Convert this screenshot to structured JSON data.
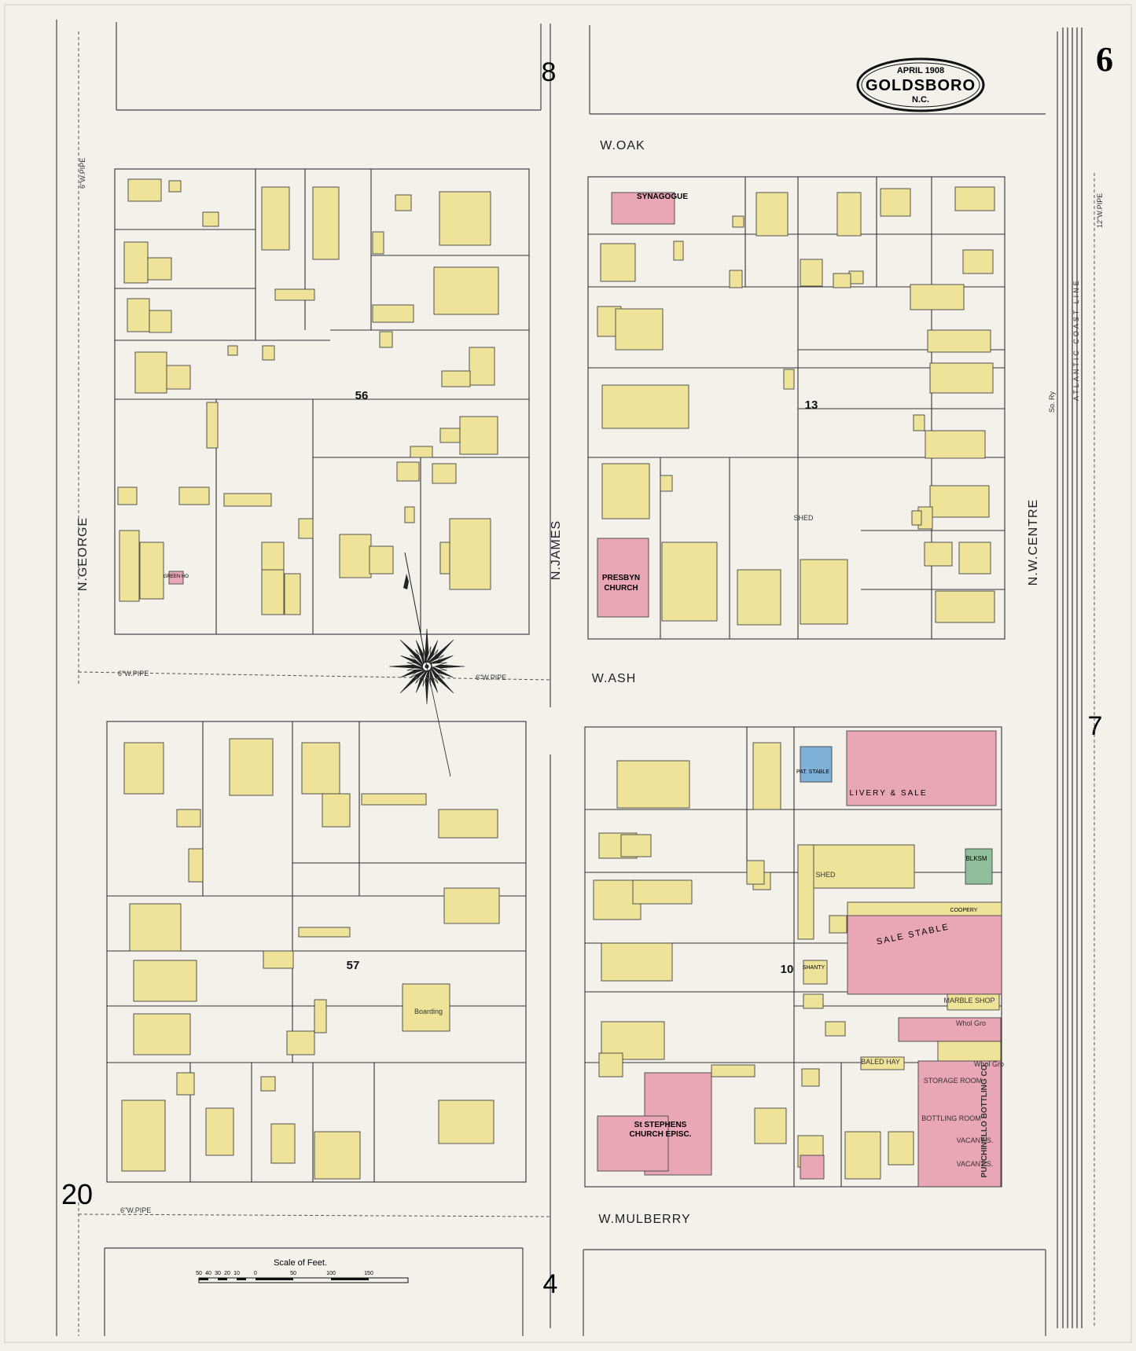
{
  "title": {
    "date": "APRIL 1908",
    "city": "GOLDSBORO",
    "state": "N.C."
  },
  "sheet_number": "6",
  "adjacent_sheets": {
    "top": "8",
    "bottom": "4",
    "left": "20",
    "right": "7"
  },
  "streets": {
    "w_oak": "W.OAK",
    "w_ash": "W.ASH",
    "w_mulberry": "W.MULBERRY",
    "n_george": "N.GEORGE",
    "n_james": "N.JAMES",
    "n_w_centre": "N.W.CENTRE"
  },
  "blocks": [
    "56",
    "13",
    "57",
    "10"
  ],
  "buildings": {
    "synagogue": "SYNAGOGUE",
    "presbyn_church": "PRESBYN",
    "presbyn_church_2": "CHURCH",
    "st_stephens": "St STEPHENS",
    "st_stephens_2": "CHURCH EPISC.",
    "livery": "LIVERY & SALE",
    "sale_stable": "SALE STABLE",
    "shed": "SHED",
    "shed_2": "SHED",
    "boarding": "Boarding",
    "marble_shop": "MARBLE SHOP",
    "whol_gro": "Whol Gro",
    "whol_gro_2": "Whol Gro",
    "baled_hay": "BALED HAY",
    "storage_room": "STORAGE ROOM",
    "bottling_room": "BOTTLING ROOM",
    "punchinello": "PUNCHINELLO BOTTLING CO.",
    "vacant_1": "VACANT S.",
    "vacant_2": "VACANT S.",
    "shanty": "SHANTY",
    "cooper": "COOPERY",
    "pat_stable": "PAT. STABLE",
    "blksm": "BLKSM",
    "green_ho": "GREEN HO"
  },
  "pipes": {
    "w_pipe_1": "6\"W.PIPE",
    "w_pipe_2": "6\"W.PIPE",
    "w_pipe_3": "6\"W.PIPE",
    "w_pipe_4": "6\"W.PIPE",
    "w_pipe_5": "12\"W.PIPE",
    "so_ry": "So. Ry",
    "atlantic": "ATLANTIC COAST LINE"
  },
  "scale": {
    "label": "Scale of Feet.",
    "ticks": [
      "50",
      "40",
      "30",
      "20",
      "10",
      "0",
      "50",
      "100",
      "150"
    ]
  },
  "colors": {
    "dwelling": "#efe39a",
    "brick": "#e9a6b4",
    "stone": "#7fb0d8",
    "iron": "#8fbf9a",
    "paper": "#f3f1ea",
    "line": "#333333"
  }
}
